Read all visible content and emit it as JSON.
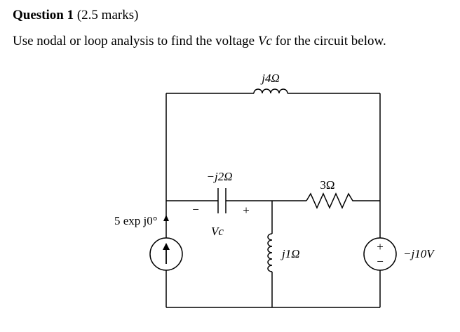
{
  "question": {
    "number_label": "Question 1",
    "marks": "(2.5 marks)",
    "text_before": "Use nodal or loop analysis to find the voltage ",
    "variable": "Vc",
    "text_after": " for the circuit below."
  },
  "circuit": {
    "inductor_top_label": "j4Ω",
    "capacitor_label": "−j2Ω",
    "capacitor_minus": "−",
    "capacitor_plus": "+",
    "capacitor_voltage_label": "Vc",
    "resistor_label": "3Ω",
    "inductor_mid_label": "j1Ω",
    "current_source_label": "5 exp j0°",
    "voltage_source_label": "−j10V",
    "voltage_source_plus": "+",
    "voltage_source_minus": "−"
  }
}
